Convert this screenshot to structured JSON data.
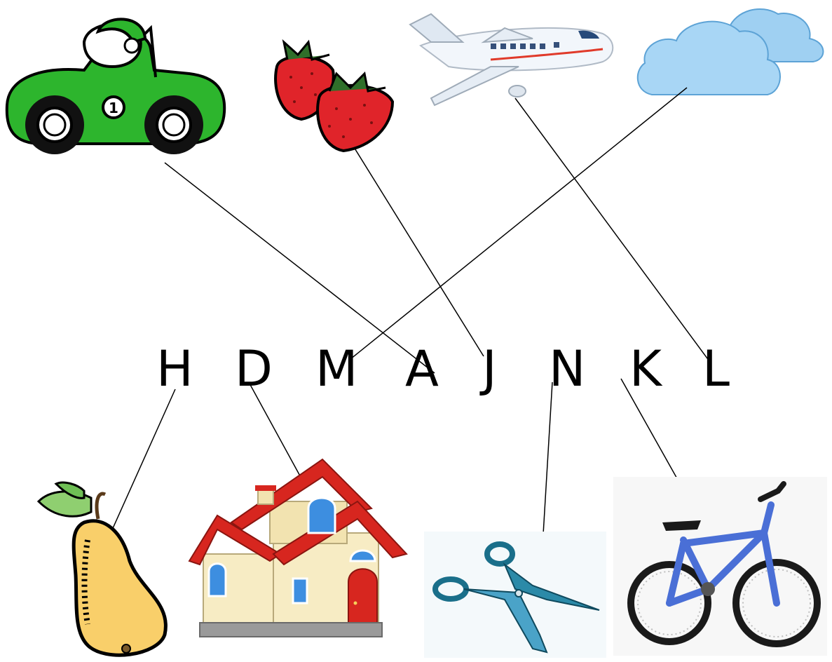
{
  "letters": [
    "H",
    "D",
    "M",
    "A",
    "J",
    "N",
    "K",
    "L"
  ],
  "pictures_top": [
    "race-car",
    "strawberries",
    "airplane",
    "cloud"
  ],
  "pictures_bottom": [
    "pear",
    "house",
    "scissors",
    "bicycle"
  ],
  "car_number": "1",
  "colors": {
    "line": "#000000",
    "car_green": "#2db52d",
    "strawberry_red": "#e0242a",
    "cloud_blue": "#9fd0f2",
    "pear_yellow": "#f9cf6a",
    "house_wall": "#f7ecc4",
    "roof_red": "#d7261f",
    "scissors_blue": "#2b8aa8",
    "bike_blue": "#4a6fd6"
  }
}
